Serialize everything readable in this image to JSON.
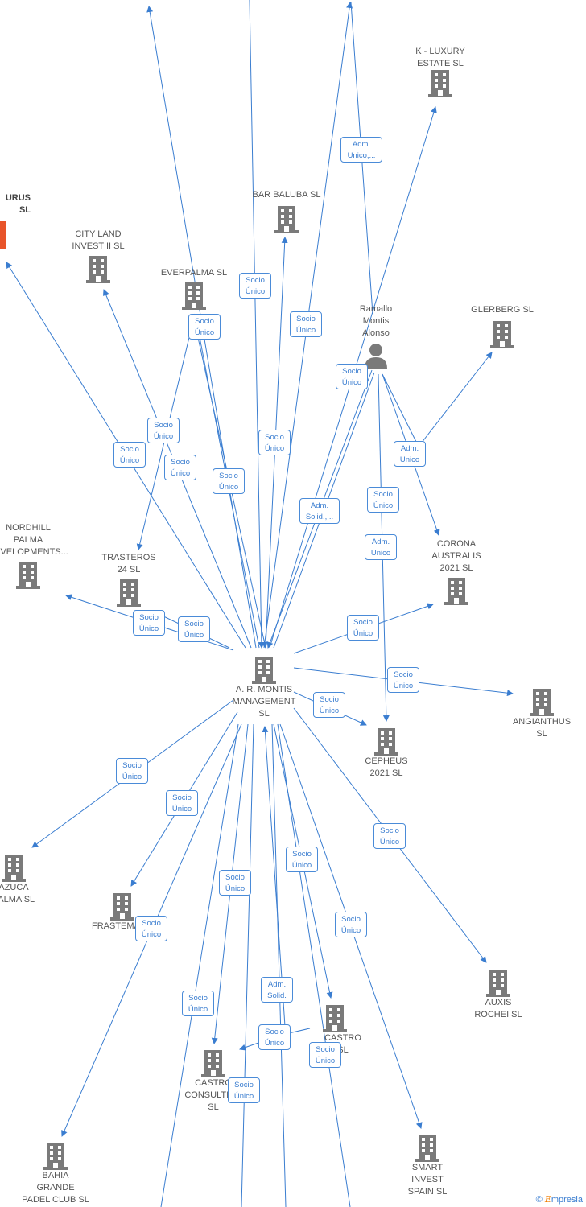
{
  "nodes": {
    "center": {
      "label": "A. R. MONTIS\nMANAGEMENT\nSL"
    },
    "rurus": {
      "label": "URUS\nSL"
    },
    "k_luxury": {
      "label": "K -  LUXURY\nESTATE  SL"
    },
    "bar_baluba": {
      "label": "BAR BALUBA  SL"
    },
    "city_land": {
      "label": "CITY LAND\nINVEST II  SL"
    },
    "everpalma": {
      "label": "EVERPALMA  SL"
    },
    "ramallo": {
      "label": "Ramallo\nMontis\nAlonso"
    },
    "glerberg": {
      "label": "GLERBERG  SL"
    },
    "nordhill": {
      "label": "NORDHILL\nPALMA\nDEVELOPMENTS..."
    },
    "trasteros": {
      "label": "TRASTEROS\n24  SL"
    },
    "corona": {
      "label": "CORONA\nAUSTRALIS\n2021  SL"
    },
    "angianthus": {
      "label": "ANGIANTHUS\nSL"
    },
    "cepheus": {
      "label": "CEPHEUS\n2021  SL"
    },
    "azuca": {
      "label": "AZUCA\nPALMA  SL"
    },
    "frastema": {
      "label": "FRASTEMA"
    },
    "auxis": {
      "label": "AUXIS\nROCHEI  SL"
    },
    "castro_sl": {
      "label": "CASTRO\nSL"
    },
    "castro_consulting": {
      "label": "CASTRO\nCONSULTING\nSL"
    },
    "smart": {
      "label": "SMART\nINVEST\nSPAIN  SL"
    },
    "bahia": {
      "label": "BAHIA\nGRANDE\nPADEL CLUB  SL"
    }
  },
  "edge_labels": {
    "socio_unico": "Socio\nÚnico",
    "adm_unico_trunc": "Adm.\nUnico,...",
    "adm_unico": "Adm.\nUnico",
    "adm_solid_trunc": "Adm.\nSolid.,...",
    "adm_solid": "Adm.\nSolid."
  },
  "brand": {
    "symbol": "©",
    "initial": "E",
    "rest": "mpresia"
  },
  "colors": {
    "edge": "#3a7dd0",
    "icon": "#7a7a7a",
    "highlight": "#e8542a",
    "text": "#555555"
  }
}
